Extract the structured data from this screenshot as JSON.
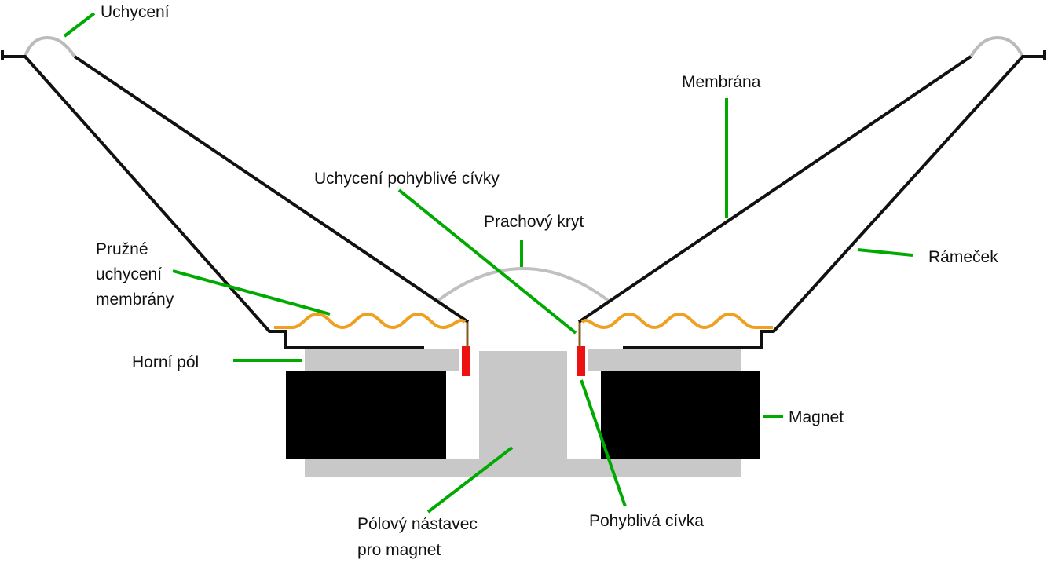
{
  "labels": {
    "surround": "Uchycení",
    "cone": "Membrána",
    "voice_coil_former": "Uchycení pohyblivé cívky",
    "dust_cap": "Prachový kryt",
    "spider_line1": "Pružné",
    "spider_line2": "uchycení",
    "spider_line3": "membrány",
    "basket": "Rámeček",
    "top_plate": "Horní pól",
    "magnet": "Magnet",
    "pole_piece_line1": "Pólový nástavec",
    "pole_piece_line2": "pro magnet",
    "voice_coil": "Pohyblivá cívka"
  },
  "colors": {
    "leader_line": "#00aa00",
    "outline": "#111111",
    "pole_gray": "#c8c8c8",
    "surround_gray": "#bbbbbb",
    "magnet": "#000000",
    "spider": "#f0a020",
    "coil": "#ee1111",
    "former": "#8b5a1a"
  }
}
